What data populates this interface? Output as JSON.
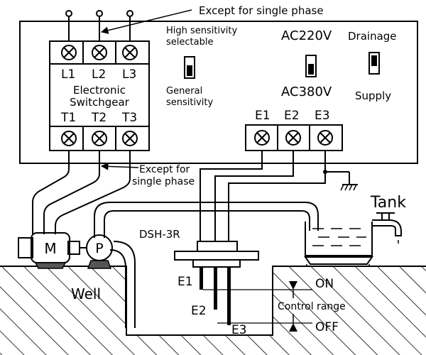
{
  "labels": {
    "except_single_top": "Except for single phase",
    "high_sensitivity_1": "High sensitivity",
    "high_sensitivity_2": "selectable",
    "general_1": "General",
    "general_2": "sensitivity",
    "ac220": "AC220V",
    "ac380": "AC380V",
    "drainage": "Drainage",
    "supply": "Supply",
    "l1": "L1",
    "l2": "L2",
    "l3": "L3",
    "switchgear_1": "Electronic",
    "switchgear_2": "Switchgear",
    "t1": "T1",
    "t2": "T2",
    "t3": "T3",
    "e1": "E1",
    "e2": "E2",
    "e3": "E3",
    "except_single_bottom_1": "Except for",
    "except_single_bottom_2": "single phase",
    "tank": "Tank",
    "model": "DSH-3R",
    "motor": "M",
    "pump": "P",
    "well": "Well",
    "on": "ON",
    "off": "OFF",
    "control_range": "Control range",
    "probe_e1": "E1",
    "probe_e2": "E2",
    "probe_e3": "E3"
  }
}
